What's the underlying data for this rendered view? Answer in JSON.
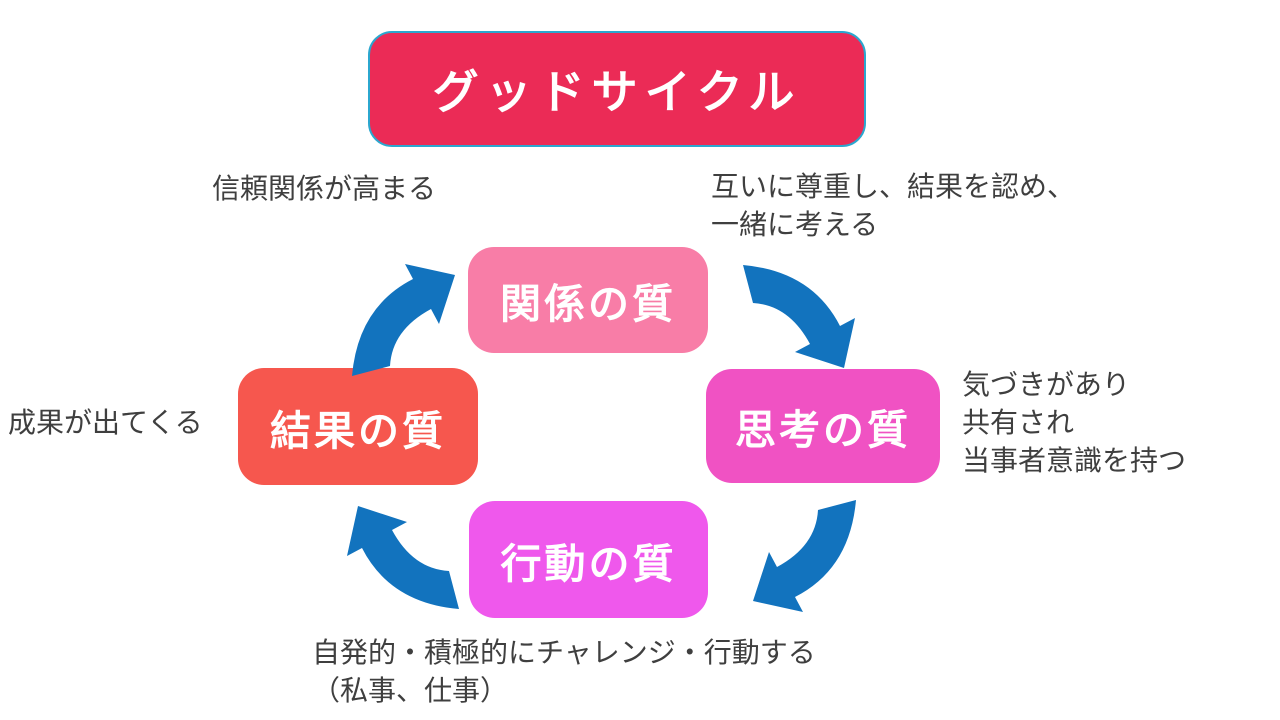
{
  "title": {
    "label": "グッドサイクル",
    "bg": "#EB2B56",
    "border_color": "#2BA7CF",
    "text_color": "#FFFFFF"
  },
  "cycle": {
    "direction": "clockwise",
    "arrow_color": "#1273BE",
    "nodes": [
      {
        "id": "relationship",
        "label": "関係の質",
        "color": "#F87DA7",
        "position": "top"
      },
      {
        "id": "thinking",
        "label": "思考の質",
        "color": "#F052C3",
        "position": "right"
      },
      {
        "id": "action",
        "label": "行動の質",
        "color": "#EF58EC",
        "position": "bottom"
      },
      {
        "id": "result",
        "label": "結果の質",
        "color": "#F6574E",
        "position": "left"
      }
    ]
  },
  "annotations": {
    "text_color": "#3F3F3F",
    "items": [
      {
        "id": "trust",
        "text": "信頼関係が高まる",
        "position": "top-left"
      },
      {
        "id": "respect",
        "text": "互いに尊重し、結果を認め、\n一緒に考える",
        "position": "top-right"
      },
      {
        "id": "awareness",
        "text": "気づきがあり\n共有され\n当事者意識を持つ",
        "position": "right"
      },
      {
        "id": "results",
        "text": "成果が出てくる",
        "position": "left"
      },
      {
        "id": "action",
        "text": "自発的・積極的にチャレンジ・行動する\n（私事、仕事）",
        "position": "bottom"
      }
    ]
  }
}
